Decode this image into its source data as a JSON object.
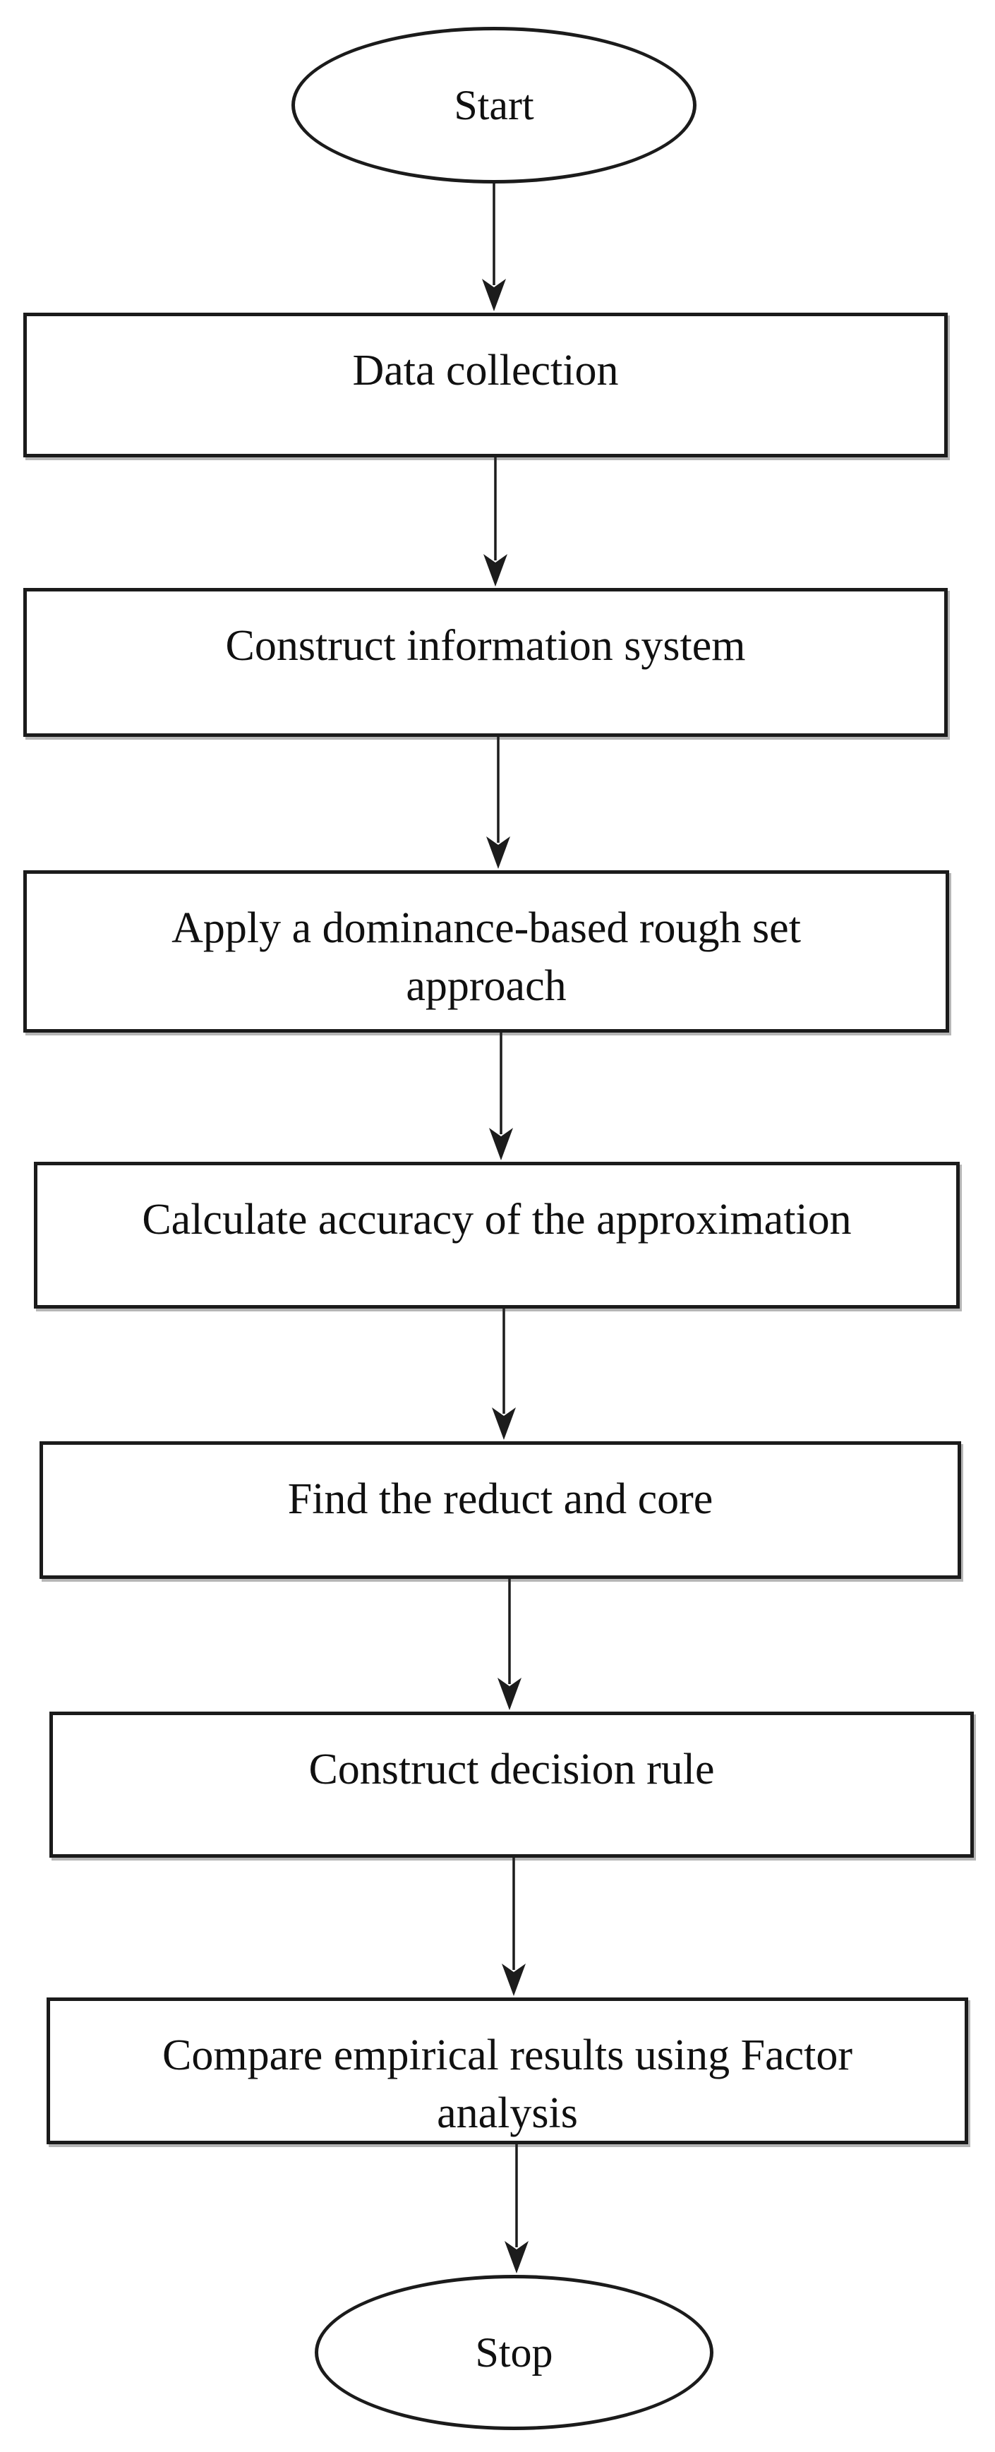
{
  "diagram": {
    "type": "flowchart",
    "direction": "top-down",
    "colors": {
      "stroke": "#1c1c1c",
      "text": "#101010",
      "background": "#ffffff"
    },
    "nodes": [
      {
        "id": "start",
        "shape": "terminator",
        "label": "Start"
      },
      {
        "id": "data-collection",
        "shape": "process",
        "label": "Data collection"
      },
      {
        "id": "construct-information-system",
        "shape": "process",
        "label": "Construct information system"
      },
      {
        "id": "apply-dominance-based-rough-set-approach",
        "shape": "process",
        "label": "Apply a dominance-based rough set\napproach"
      },
      {
        "id": "calculate-accuracy-of-the-approximation",
        "shape": "process",
        "label": "Calculate accuracy of the approximation"
      },
      {
        "id": "find-the-reduct-and-core",
        "shape": "process",
        "label": "Find the reduct and core"
      },
      {
        "id": "construct-decision-rule",
        "shape": "process",
        "label": "Construct decision rule"
      },
      {
        "id": "compare-empirical-results-using-factor-analysis",
        "shape": "process",
        "label": "Compare empirical results using Factor\nanalysis"
      },
      {
        "id": "stop",
        "shape": "terminator",
        "label": "Stop"
      }
    ],
    "edges": [
      {
        "from": "start",
        "to": "data-collection"
      },
      {
        "from": "data-collection",
        "to": "construct-information-system"
      },
      {
        "from": "construct-information-system",
        "to": "apply-dominance-based-rough-set-approach"
      },
      {
        "from": "apply-dominance-based-rough-set-approach",
        "to": "calculate-accuracy-of-the-approximation"
      },
      {
        "from": "calculate-accuracy-of-the-approximation",
        "to": "find-the-reduct-and-core"
      },
      {
        "from": "find-the-reduct-and-core",
        "to": "construct-decision-rule"
      },
      {
        "from": "construct-decision-rule",
        "to": "compare-empirical-results-using-factor-analysis"
      },
      {
        "from": "compare-empirical-results-using-factor-analysis",
        "to": "stop"
      }
    ]
  }
}
